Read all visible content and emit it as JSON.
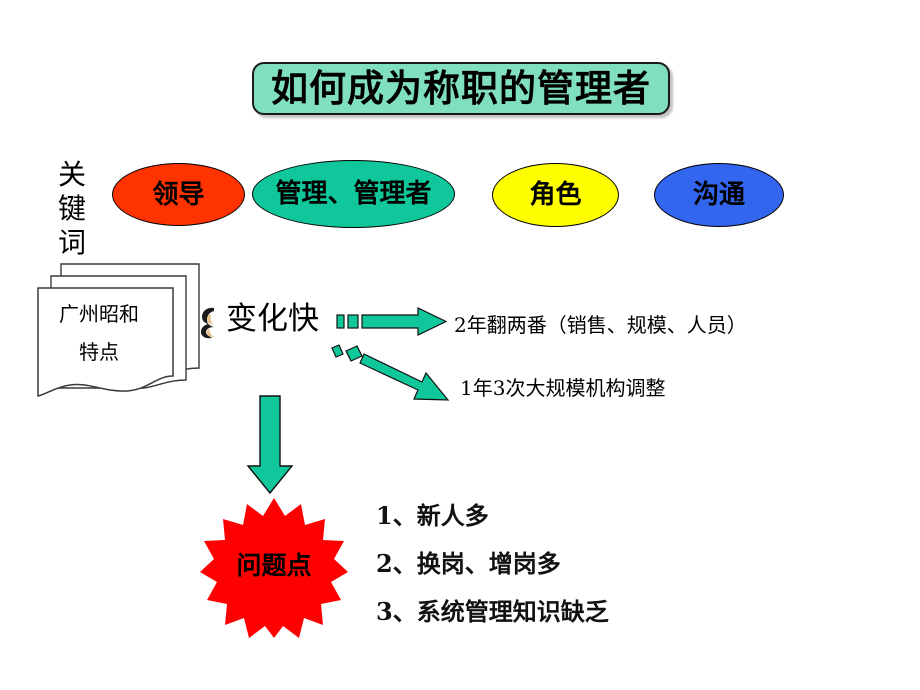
{
  "slide": {
    "title": "如何成为称职的管理者",
    "background_color": "#FFFFFF"
  },
  "keywords_section": {
    "label_chars": [
      "关",
      "键",
      "词"
    ],
    "label_full": "关键词",
    "ellipses": [
      {
        "text": "领导",
        "color": "#FF3300"
      },
      {
        "text": "管理、管理者",
        "color": "#0FC79B"
      },
      {
        "text": "角色",
        "color": "#FFFF00"
      },
      {
        "text": "沟通",
        "color": "#3366EE"
      }
    ]
  },
  "characteristics_section": {
    "document_lines": [
      "广州昭和",
      "特点"
    ],
    "bullet_icon": "pointing-hand-icon",
    "change_label": "变化快",
    "details": [
      "2年翻两番（销售、规模、人员）",
      "1年3次大规模机构调整"
    ],
    "arrow_color": "#0FC79B"
  },
  "problems_section": {
    "burst_label": "问题点",
    "burst_color": "#FF0000",
    "items": [
      "1、新人多",
      "2、换岗、增岗多",
      "3、系统管理知识缺乏"
    ]
  }
}
